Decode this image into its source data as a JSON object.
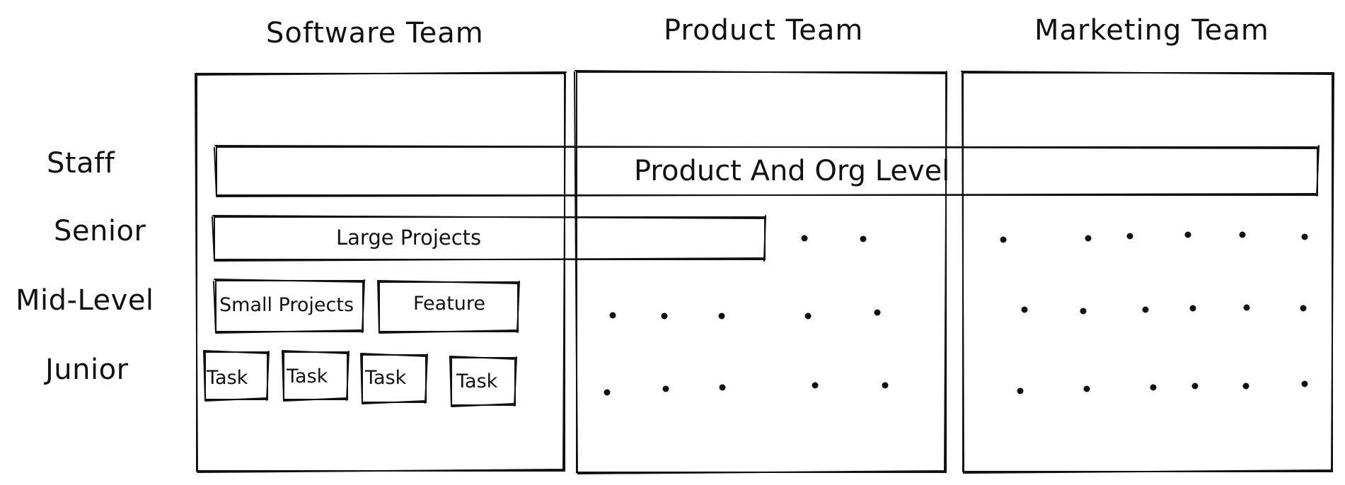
{
  "teams": [
    "Software Team",
    "Product Team",
    "Marketing Team"
  ],
  "levels": [
    "Staff",
    "Senior",
    "Mid-Level",
    "Junior"
  ],
  "boxes": {
    "staff": "Product And Org Level",
    "large": "Large Projects",
    "small": "Small Projects",
    "feature": "Feature",
    "tasks": [
      "Task",
      "Task",
      "Task",
      "Task"
    ]
  },
  "colors": {
    "ink": "#111111",
    "background": "#ffffff"
  }
}
